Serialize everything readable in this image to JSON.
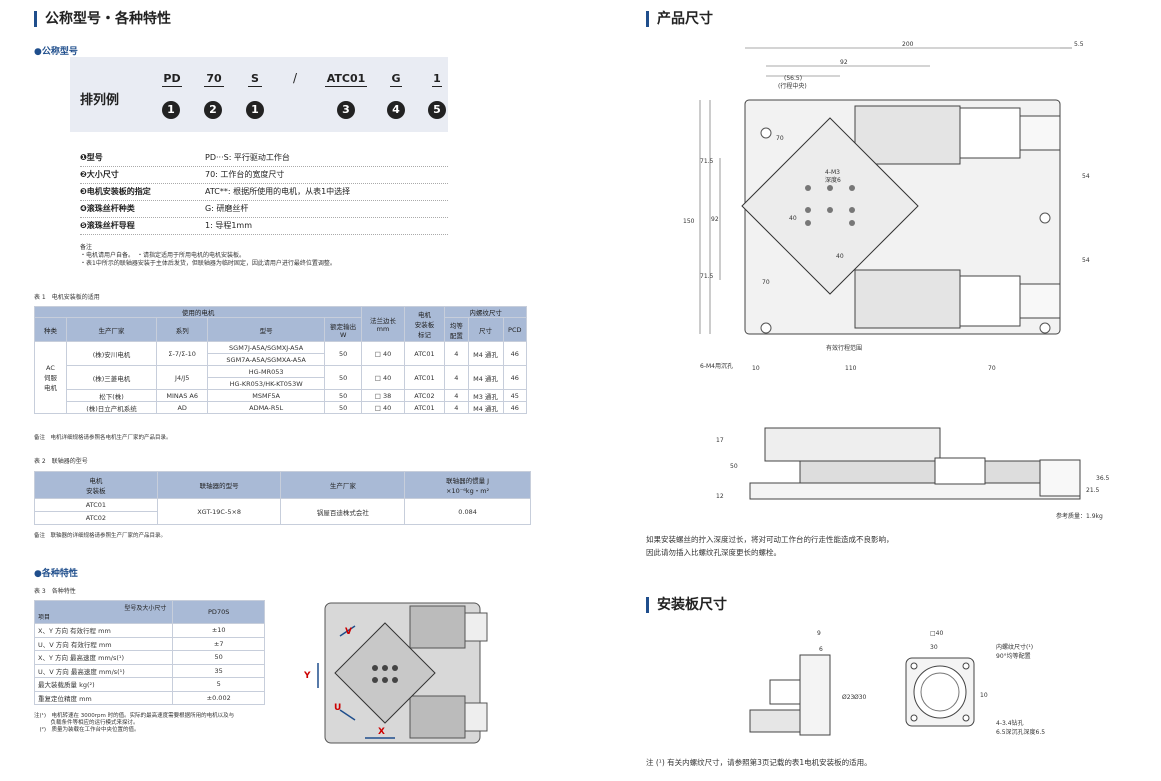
{
  "left": {
    "section_title": "公称型号・各种特性",
    "nominal_sub": "●公称型号",
    "arrangement_label": "排列例",
    "codes": [
      "PD",
      "70",
      "S",
      "/",
      "ATC01",
      "G",
      "1"
    ],
    "code_nums": [
      "1",
      "2",
      "1",
      "",
      "3",
      "4",
      "5"
    ],
    "specs": [
      {
        "k": "❶型号",
        "v": "PD···S: 平行驱动工作台"
      },
      {
        "k": "❷大小尺寸",
        "v": "70: 工作台的宽度尺寸"
      },
      {
        "k": "❸电机安装板的指定",
        "v": "ATC**: 根据所使用的电机，从表1中选择"
      },
      {
        "k": "❹滚珠丝杆种类",
        "v": "G: 研磨丝杆"
      },
      {
        "k": "❺滚珠丝杆导程",
        "v": "1: 导程1mm"
      }
    ],
    "notes": [
      "备注",
      "・电机请用户自备。　・请指定适用于所用电机的电机安装板。",
      "・表1中所示的联轴器安装于主体后发货，但联轴器为临时固定，因此请用户进行最终位置调整。"
    ],
    "table1": {
      "caption": "表 1　电机安装板的适用",
      "head_top": [
        "使用的电机",
        "法兰边长\nmm",
        "电机\n安装板\n标记",
        "内螺纹尺寸"
      ],
      "head_sub": [
        "种类",
        "生产厂家",
        "系列",
        "型号",
        "额定输出\nW",
        "均等\n配置",
        "尺寸",
        "PCD"
      ],
      "kind": "AC\n伺服\n电机",
      "rows": [
        {
          "maker": "(株)安川电机",
          "series": "Σ-7/Σ-10",
          "models": [
            "SGM7J-A5A/SGMXJ-A5A",
            "SGM7A-A5A/SGMXA-A5A"
          ],
          "w": "50",
          "flange": "□ 40",
          "plate": "ATC01",
          "n": "4",
          "size": "M4 通孔",
          "pcd": "46"
        },
        {
          "maker": "(株)三菱电机",
          "series": "J4/J5",
          "models": [
            "HG-MR053",
            "HG-KR053/HK-KT053W"
          ],
          "w": "50",
          "flange": "□ 40",
          "plate": "ATC01",
          "n": "4",
          "size": "M4 通孔",
          "pcd": "46"
        },
        {
          "maker": "松下(株)",
          "series": "MINAS A6",
          "models": [
            "MSMF5A"
          ],
          "w": "50",
          "flange": "□ 38",
          "plate": "ATC02",
          "n": "4",
          "size": "M3 通孔",
          "pcd": "45"
        },
        {
          "maker": "(株)日立产机系统",
          "series": "AD",
          "models": [
            "ADMA-R5L"
          ],
          "w": "50",
          "flange": "□ 40",
          "plate": "ATC01",
          "n": "4",
          "size": "M4 通孔",
          "pcd": "46"
        }
      ],
      "note": "备注　电机详细规格请参照各电机生产厂家的产品目录。"
    },
    "table2": {
      "caption": "表 2　联轴器的型号",
      "head": [
        "电机\n安装板",
        "联轴器的型号",
        "生产厂家",
        "联轴器的惯量 J\n×10⁻⁶kg・m²"
      ],
      "plates": [
        "ATC01",
        "ATC02"
      ],
      "model": "XGT-19C-5×8",
      "maker": "锅屋百迪株式会社",
      "inertia": "0.084",
      "note": "备注　联轴器的详细规格请参照生产厂家的产品目录。"
    },
    "char_sub": "●各种特性",
    "table3": {
      "caption": "表 3　各种特性",
      "head_a": "型号及大小尺寸",
      "head_b": "项目",
      "head_model": "PD70S",
      "rows": [
        {
          "k": "X、Y 方向 有效行程 mm",
          "v": "±10"
        },
        {
          "k": "U、V 方向 有效行程 mm",
          "v": "±7"
        },
        {
          "k": "X、Y 方向 最高速度 mm/s(¹)",
          "v": "50"
        },
        {
          "k": "U、V 方向 最高速度 mm/s(¹)",
          "v": "35"
        },
        {
          "k": "最大装载质量 kg(²)",
          "v": "5"
        },
        {
          "k": "重复定位精度 mm",
          "v": "±0.002"
        }
      ],
      "notes": [
        "注(¹)　电机转速在 3000rpm 时的值。实际的最高速度需要根据所用的电机以及与",
        "　　　负载条件等相应的运行模式来探讨。",
        "　(²)　质量为装载在工作台中央位置的值。"
      ]
    },
    "axes": {
      "x": "X",
      "y": "Y",
      "u": "U",
      "v": "V"
    }
  },
  "right": {
    "product_title": "产品尺寸",
    "dims_top": [
      "200",
      "5.5",
      "92",
      "(56.5)",
      "(行程中央)"
    ],
    "dims_left": [
      "150",
      "71.5",
      "92",
      "71.5"
    ],
    "dims_right": [
      "54",
      "54"
    ],
    "dims_inner": [
      "4-M3",
      "深度6",
      "70",
      "70",
      "40",
      "40"
    ],
    "dims_bottom": [
      "6-M4用沉孔",
      "10",
      "110",
      "70"
    ],
    "stroke_range": "有效行程范围",
    "side_dims": [
      "17",
      "50",
      "12",
      "21.5",
      "36.5"
    ],
    "mass": "参考质量：1.9kg",
    "warning": [
      "如果安装螺丝的拧入深度过长，将对可动工作台的行走性能造成不良影响，",
      "因此请勿插入比螺纹孔深度更长的螺栓。"
    ],
    "plate_title": "安装板尺寸",
    "plate_dims": [
      "9",
      "6",
      "Ø23",
      "Ø30",
      "□40",
      "30",
      "10",
      "内螺纹尺寸(¹)",
      "90°均等配置",
      "4-3.4钻孔",
      "6.5深沉孔深度6.5"
    ],
    "footnote": "注 (¹) 有关内螺纹尺寸，请参照第3页记载的表1电机安装板的适用。"
  },
  "colors": {
    "accent": "#1f4e8c",
    "header": "#a9bad6",
    "box": "#e9ecf3"
  }
}
